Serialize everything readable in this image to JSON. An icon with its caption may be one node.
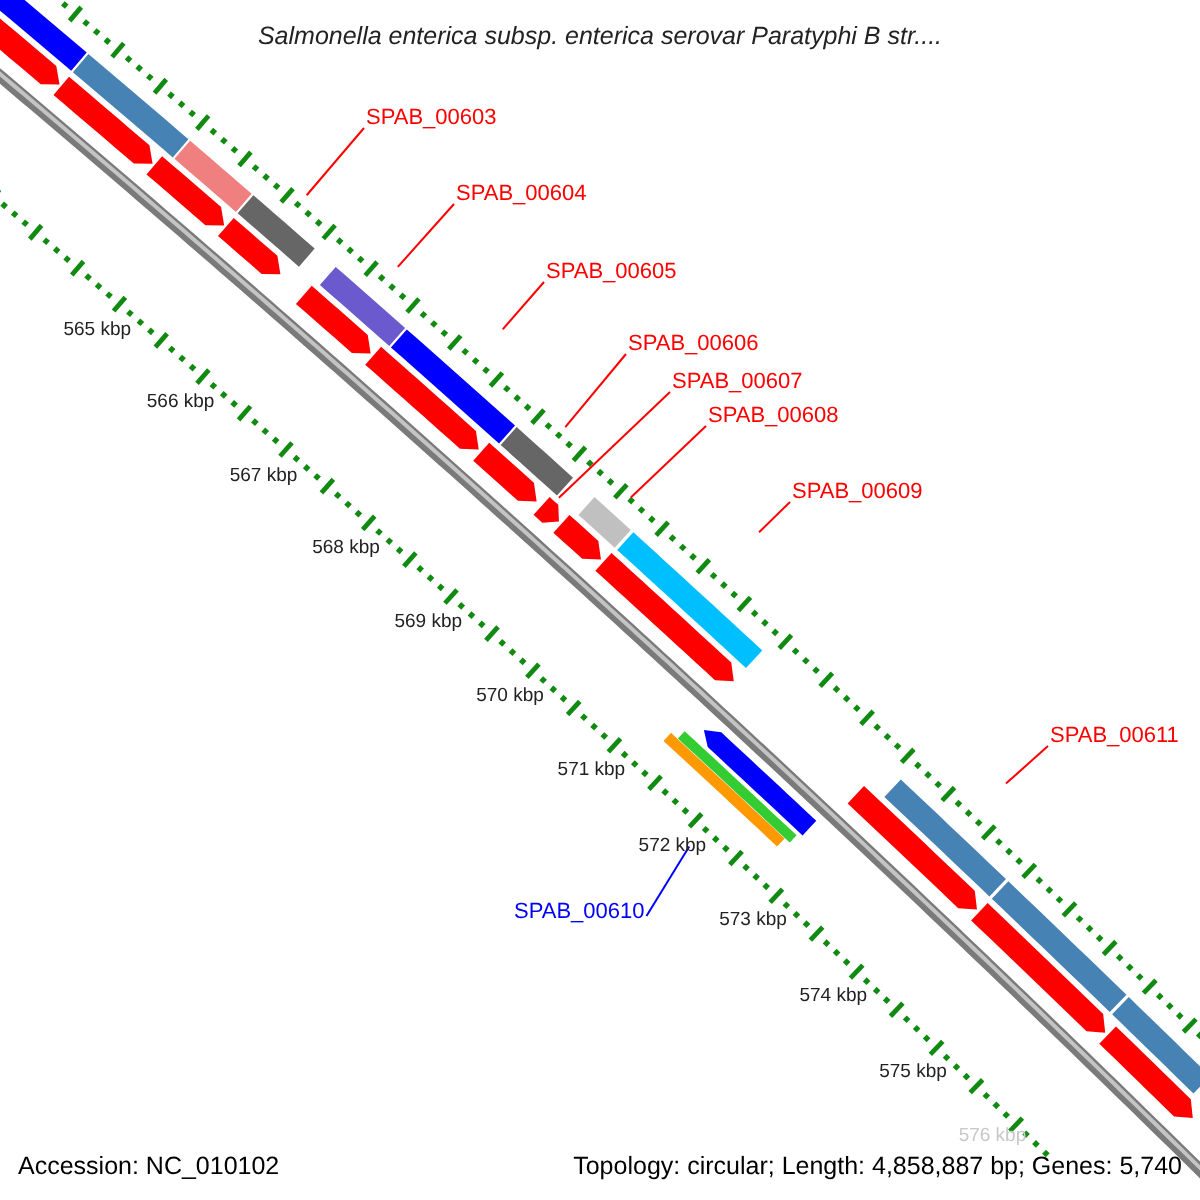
{
  "diagram": {
    "title": "Salmonella enterica subsp. enterica serovar Paratyphi B str....",
    "nodes": [
      {
        "text": [
          "SPAB_00603"
        ]
      },
      {
        "text": [
          "SPAB_00604"
        ]
      },
      {
        "text": [
          "SPAB_00605"
        ]
      },
      {
        "text": [
          "SPAB_00606"
        ]
      },
      {
        "text": [
          "SPAB_00607"
        ]
      },
      {
        "text": [
          "SPAB_00608"
        ]
      },
      {
        "text": [
          "SPAB_00609"
        ]
      },
      {
        "text": [
          "SPAB_00611"
        ]
      },
      {
        "text": [
          "SPAB_00610"
        ]
      },
      {
        "text": [],
        "shape": "bar"
      },
      {
        "text": [],
        "shape": "pentagon"
      },
      {
        "text": [],
        "shape": "bar"
      },
      {
        "text": [],
        "shape": "pentagon"
      },
      {
        "text": [],
        "shape": "bar"
      },
      {
        "text": [],
        "shape": "pentagon"
      },
      {
        "text": [],
        "shape": "bar"
      },
      {
        "text": [],
        "shape": "pentagon"
      },
      {
        "text": [],
        "shape": "bar"
      },
      {
        "text": [],
        "shape": "pentagon"
      },
      {
        "text": [],
        "shape": "bar"
      },
      {
        "text": [],
        "shape": "pentagon"
      },
      {
        "text": [],
        "shape": "bar"
      },
      {
        "text": [],
        "shape": "pentagon"
      },
      {
        "text": [],
        "shape": "bar"
      },
      {
        "text": [],
        "shape": "pentagon"
      },
      {
        "text": [],
        "shape": "pentagon"
      },
      {
        "text": [],
        "shape": "bar"
      },
      {
        "text": [],
        "shape": "pentagon"
      },
      {
        "text": [],
        "shape": "pentagon"
      },
      {
        "text": [],
        "shape": "bar"
      },
      {
        "text": [],
        "shape": "bar"
      },
      {
        "text": [],
        "shape": "bar"
      },
      {
        "text": [],
        "shape": "pentagon"
      },
      {
        "text": [],
        "shape": "bar"
      },
      {
        "text": [],
        "shape": "pentagon"
      },
      {
        "text": [],
        "shape": "bar"
      },
      {
        "text": [],
        "shape": "pentagon"
      }
    ],
    "edges": [
      {
        "from": 0,
        "to": 15,
        "arrow": "none"
      },
      {
        "from": 1,
        "to": 17,
        "arrow": "none"
      },
      {
        "from": 2,
        "to": 19,
        "arrow": "none"
      },
      {
        "from": 3,
        "to": 21,
        "arrow": "none"
      },
      {
        "from": 4,
        "to": 24,
        "arrow": "none"
      },
      {
        "from": 5,
        "to": 23,
        "arrow": "none"
      },
      {
        "from": 6,
        "to": 26,
        "arrow": "none"
      },
      {
        "from": 7,
        "to": 31,
        "arrow": "none"
      },
      {
        "from": 8,
        "to": 30,
        "arrow": "none",
        "color": "#0000ff"
      }
    ],
    "labels": [
      "565 kbp",
      "566 kbp",
      "567 kbp",
      "568 kbp",
      "569 kbp",
      "570 kbp",
      "571 kbp",
      "572 kbp",
      "573 kbp",
      "574 kbp",
      "575 kbp",
      "576 kbp",
      "Accession: NC_010102",
      "Topology: circular; Length: 4,858,887 bp; Genes: 5,740"
    ]
  }
}
